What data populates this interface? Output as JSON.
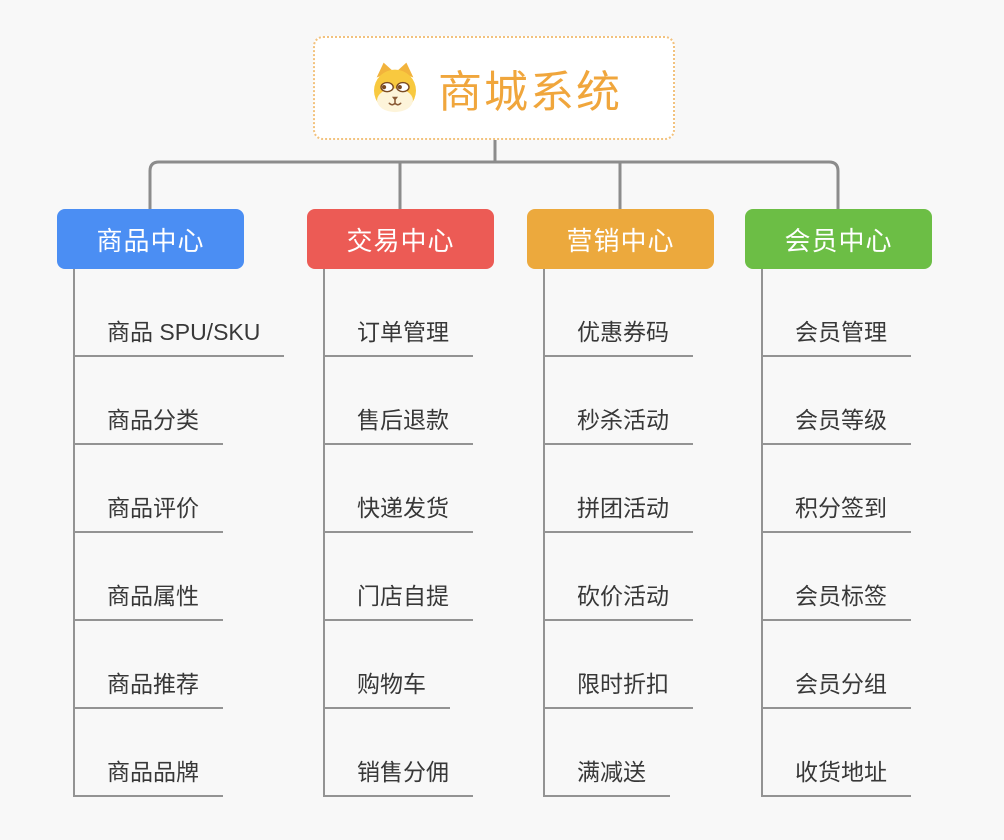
{
  "canvas": {
    "background": "#f8f8f8",
    "connector_color": "#8c8c8c",
    "sub_line_color": "#939393",
    "sub_text_color": "#383838"
  },
  "root": {
    "title": "商城系统",
    "icon": "dog-face-icon",
    "title_color": "#f0a63c",
    "border_color": "#f2c27e",
    "background": "#ffffff"
  },
  "branches": [
    {
      "label": "商品中心",
      "color": "#4b8ef3",
      "children": [
        "商品 SPU/SKU",
        "商品分类",
        "商品评价",
        "商品属性",
        "商品推荐",
        "商品品牌"
      ]
    },
    {
      "label": "交易中心",
      "color": "#ec5b55",
      "children": [
        "订单管理",
        "售后退款",
        "快递发货",
        "门店自提",
        "购物车",
        "销售分佣"
      ]
    },
    {
      "label": "营销中心",
      "color": "#eca93d",
      "children": [
        "优惠券码",
        "秒杀活动",
        "拼团活动",
        "砍价活动",
        "限时折扣",
        "满减送"
      ]
    },
    {
      "label": "会员中心",
      "color": "#6cbe45",
      "children": [
        "会员管理",
        "会员等级",
        "积分签到",
        "会员标签",
        "会员分组",
        "收货地址"
      ]
    }
  ]
}
